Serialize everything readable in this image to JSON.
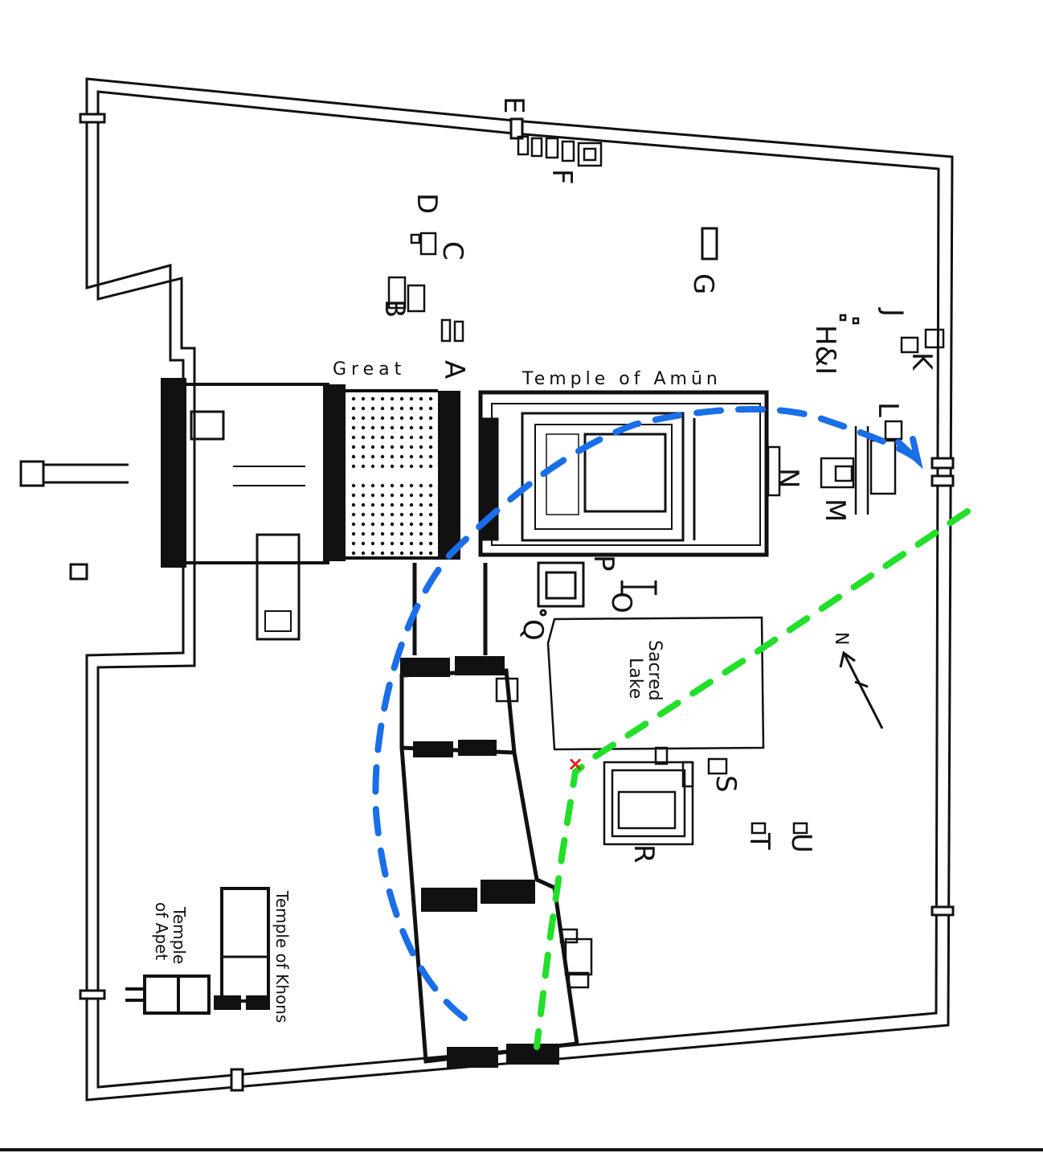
{
  "map": {
    "labels": {
      "great": "Great",
      "temple_of_amun": "Temple of Amūn",
      "sacred_lake_1": "Sacred",
      "sacred_lake_2": "Lake",
      "temple_of_khons": "Temple of Khons",
      "temple_of_apet_1": "Temple",
      "temple_of_apet_2": "of Apet",
      "north": "N"
    },
    "letters": {
      "A": "A",
      "B": "B",
      "C": "C",
      "D": "D",
      "E": "E",
      "F": "F",
      "G": "G",
      "HI": "H&I",
      "J": "J",
      "K": "K",
      "L": "L",
      "M": "M",
      "N": "N",
      "O": "O",
      "P": "P",
      "Q": "Q",
      "R": "R",
      "S": "S",
      "T": "T",
      "U": "U"
    },
    "marker": "×",
    "colors": {
      "ink": "#111111",
      "blue_route": "#1a6ee8",
      "green_route": "#22e02a",
      "marker": "#e01b1b"
    }
  }
}
